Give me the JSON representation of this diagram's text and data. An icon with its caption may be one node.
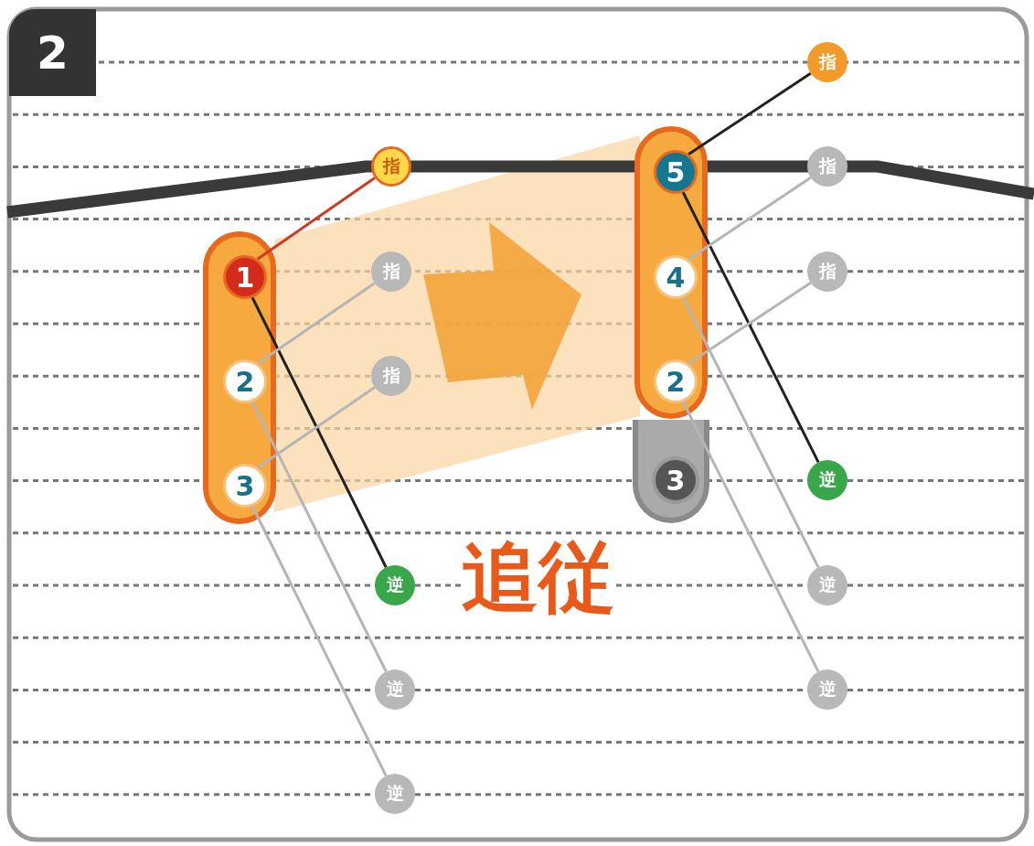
{
  "diagram": {
    "nodes": [
      {
        "text": [
          "2"
        ]
      },
      {
        "text": [],
        "shape": "box"
      },
      {
        "text": [
          "1"
        ],
        "in": 1
      },
      {
        "text": [
          "2"
        ],
        "in": 1
      },
      {
        "text": [
          "3"
        ],
        "in": 1
      },
      {
        "text": [
          "指"
        ]
      },
      {
        "text": [
          "指"
        ]
      },
      {
        "text": [
          "指"
        ]
      },
      {
        "text": [
          "逆"
        ]
      },
      {
        "text": [
          "逆"
        ]
      },
      {
        "text": [
          "逆"
        ]
      },
      {
        "text": [],
        "shape": "box"
      },
      {
        "text": [],
        "shape": "box"
      },
      {
        "text": [
          "5"
        ],
        "in": 12
      },
      {
        "text": [
          "4"
        ],
        "in": 12
      },
      {
        "text": [
          "2"
        ],
        "in": 12
      },
      {
        "text": [
          "3"
        ],
        "in": 11
      },
      {
        "text": [
          "指"
        ]
      },
      {
        "text": [
          "指"
        ]
      },
      {
        "text": [
          "指"
        ]
      },
      {
        "text": [
          "逆"
        ]
      },
      {
        "text": [
          "逆"
        ]
      },
      {
        "text": [
          "逆"
        ]
      }
    ],
    "edges": [
      {
        "from": 2,
        "to": 5,
        "arrow": "none",
        "color": "#d03a20"
      },
      {
        "from": 2,
        "to": 8,
        "arrow": "none",
        "color": "#222222"
      },
      {
        "from": 3,
        "to": 6,
        "arrow": "none"
      },
      {
        "from": 3,
        "to": 9,
        "arrow": "none"
      },
      {
        "from": 4,
        "to": 7,
        "arrow": "none"
      },
      {
        "from": 4,
        "to": 10,
        "arrow": "none"
      },
      {
        "from": 13,
        "to": 17,
        "arrow": "none",
        "color": "#222222"
      },
      {
        "from": 13,
        "to": 20,
        "arrow": "none",
        "color": "#222222"
      },
      {
        "from": 14,
        "to": 18,
        "arrow": "none"
      },
      {
        "from": 14,
        "to": 21,
        "arrow": "none"
      },
      {
        "from": 15,
        "to": 19,
        "arrow": "none"
      },
      {
        "from": 15,
        "to": 22,
        "arrow": "none"
      }
    ],
    "labels": [
      "追従"
    ]
  }
}
